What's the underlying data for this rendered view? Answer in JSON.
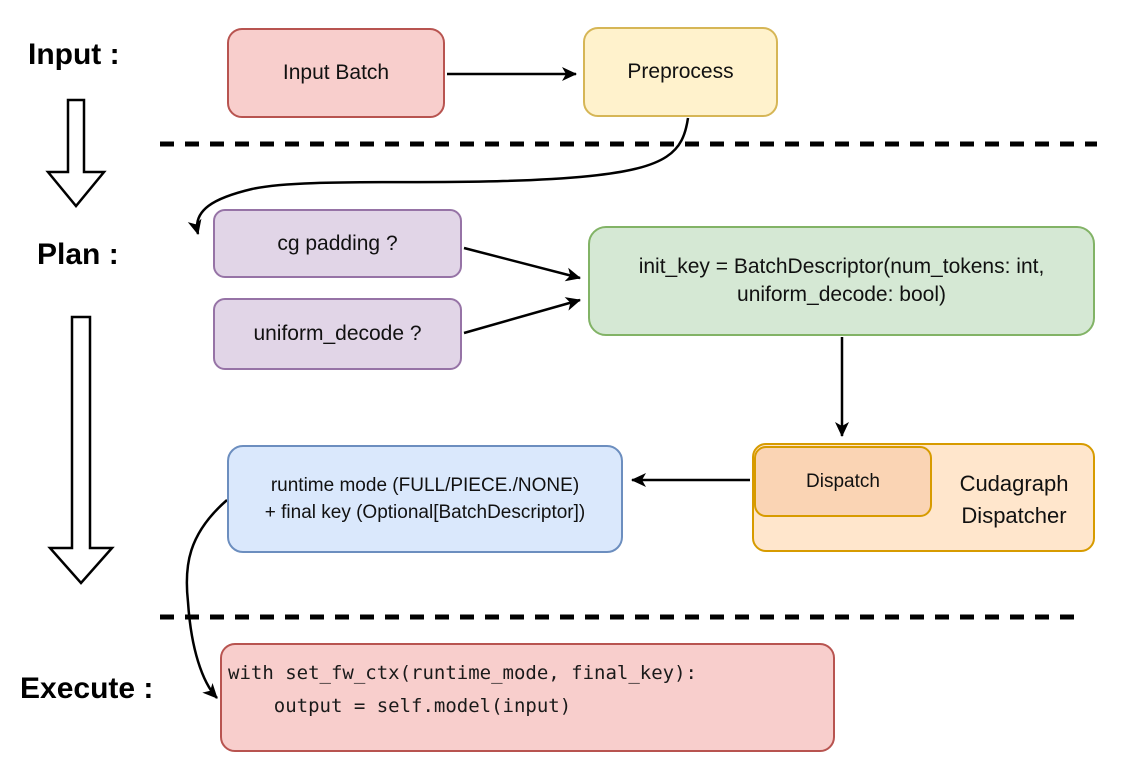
{
  "labels": {
    "input": "Input :",
    "plan": "Plan :",
    "execute": "Execute :"
  },
  "nodes": {
    "input_batch": "Input Batch",
    "preprocess": "Preprocess",
    "cg_padding": "cg padding ?",
    "uniform_decode": "uniform_decode ?",
    "init_key_line1": "init_key = BatchDescriptor(num_tokens: int,",
    "init_key_line2": "uniform_decode: bool)",
    "dispatch": "Dispatch",
    "dispatcher_line1": "Cudagraph",
    "dispatcher_line2": "Dispatcher",
    "runtime_line1": "runtime mode (FULL/PIECE./NONE)",
    "runtime_line2": "+ final key (Optional[BatchDescriptor])",
    "code_line1": "with set_fw_ctx(runtime_mode, final_key):",
    "code_line2": "    output = self.model(input)"
  },
  "colors": {
    "red_fill": "#f8cecc",
    "red_stroke": "#b85450",
    "yellow_fill": "#fff2cc",
    "yellow_stroke": "#d6b656",
    "purple_fill": "#e1d5e7",
    "purple_stroke": "#9673a6",
    "green_fill": "#d5e8d4",
    "green_stroke": "#82b366",
    "blue_fill": "#dae8fc",
    "blue_stroke": "#6c8ebf",
    "orange_fill": "#ffe6cc",
    "orange_stroke": "#d79b00",
    "orange_inner_fill": "#fad4b4",
    "connector": "#000000"
  }
}
